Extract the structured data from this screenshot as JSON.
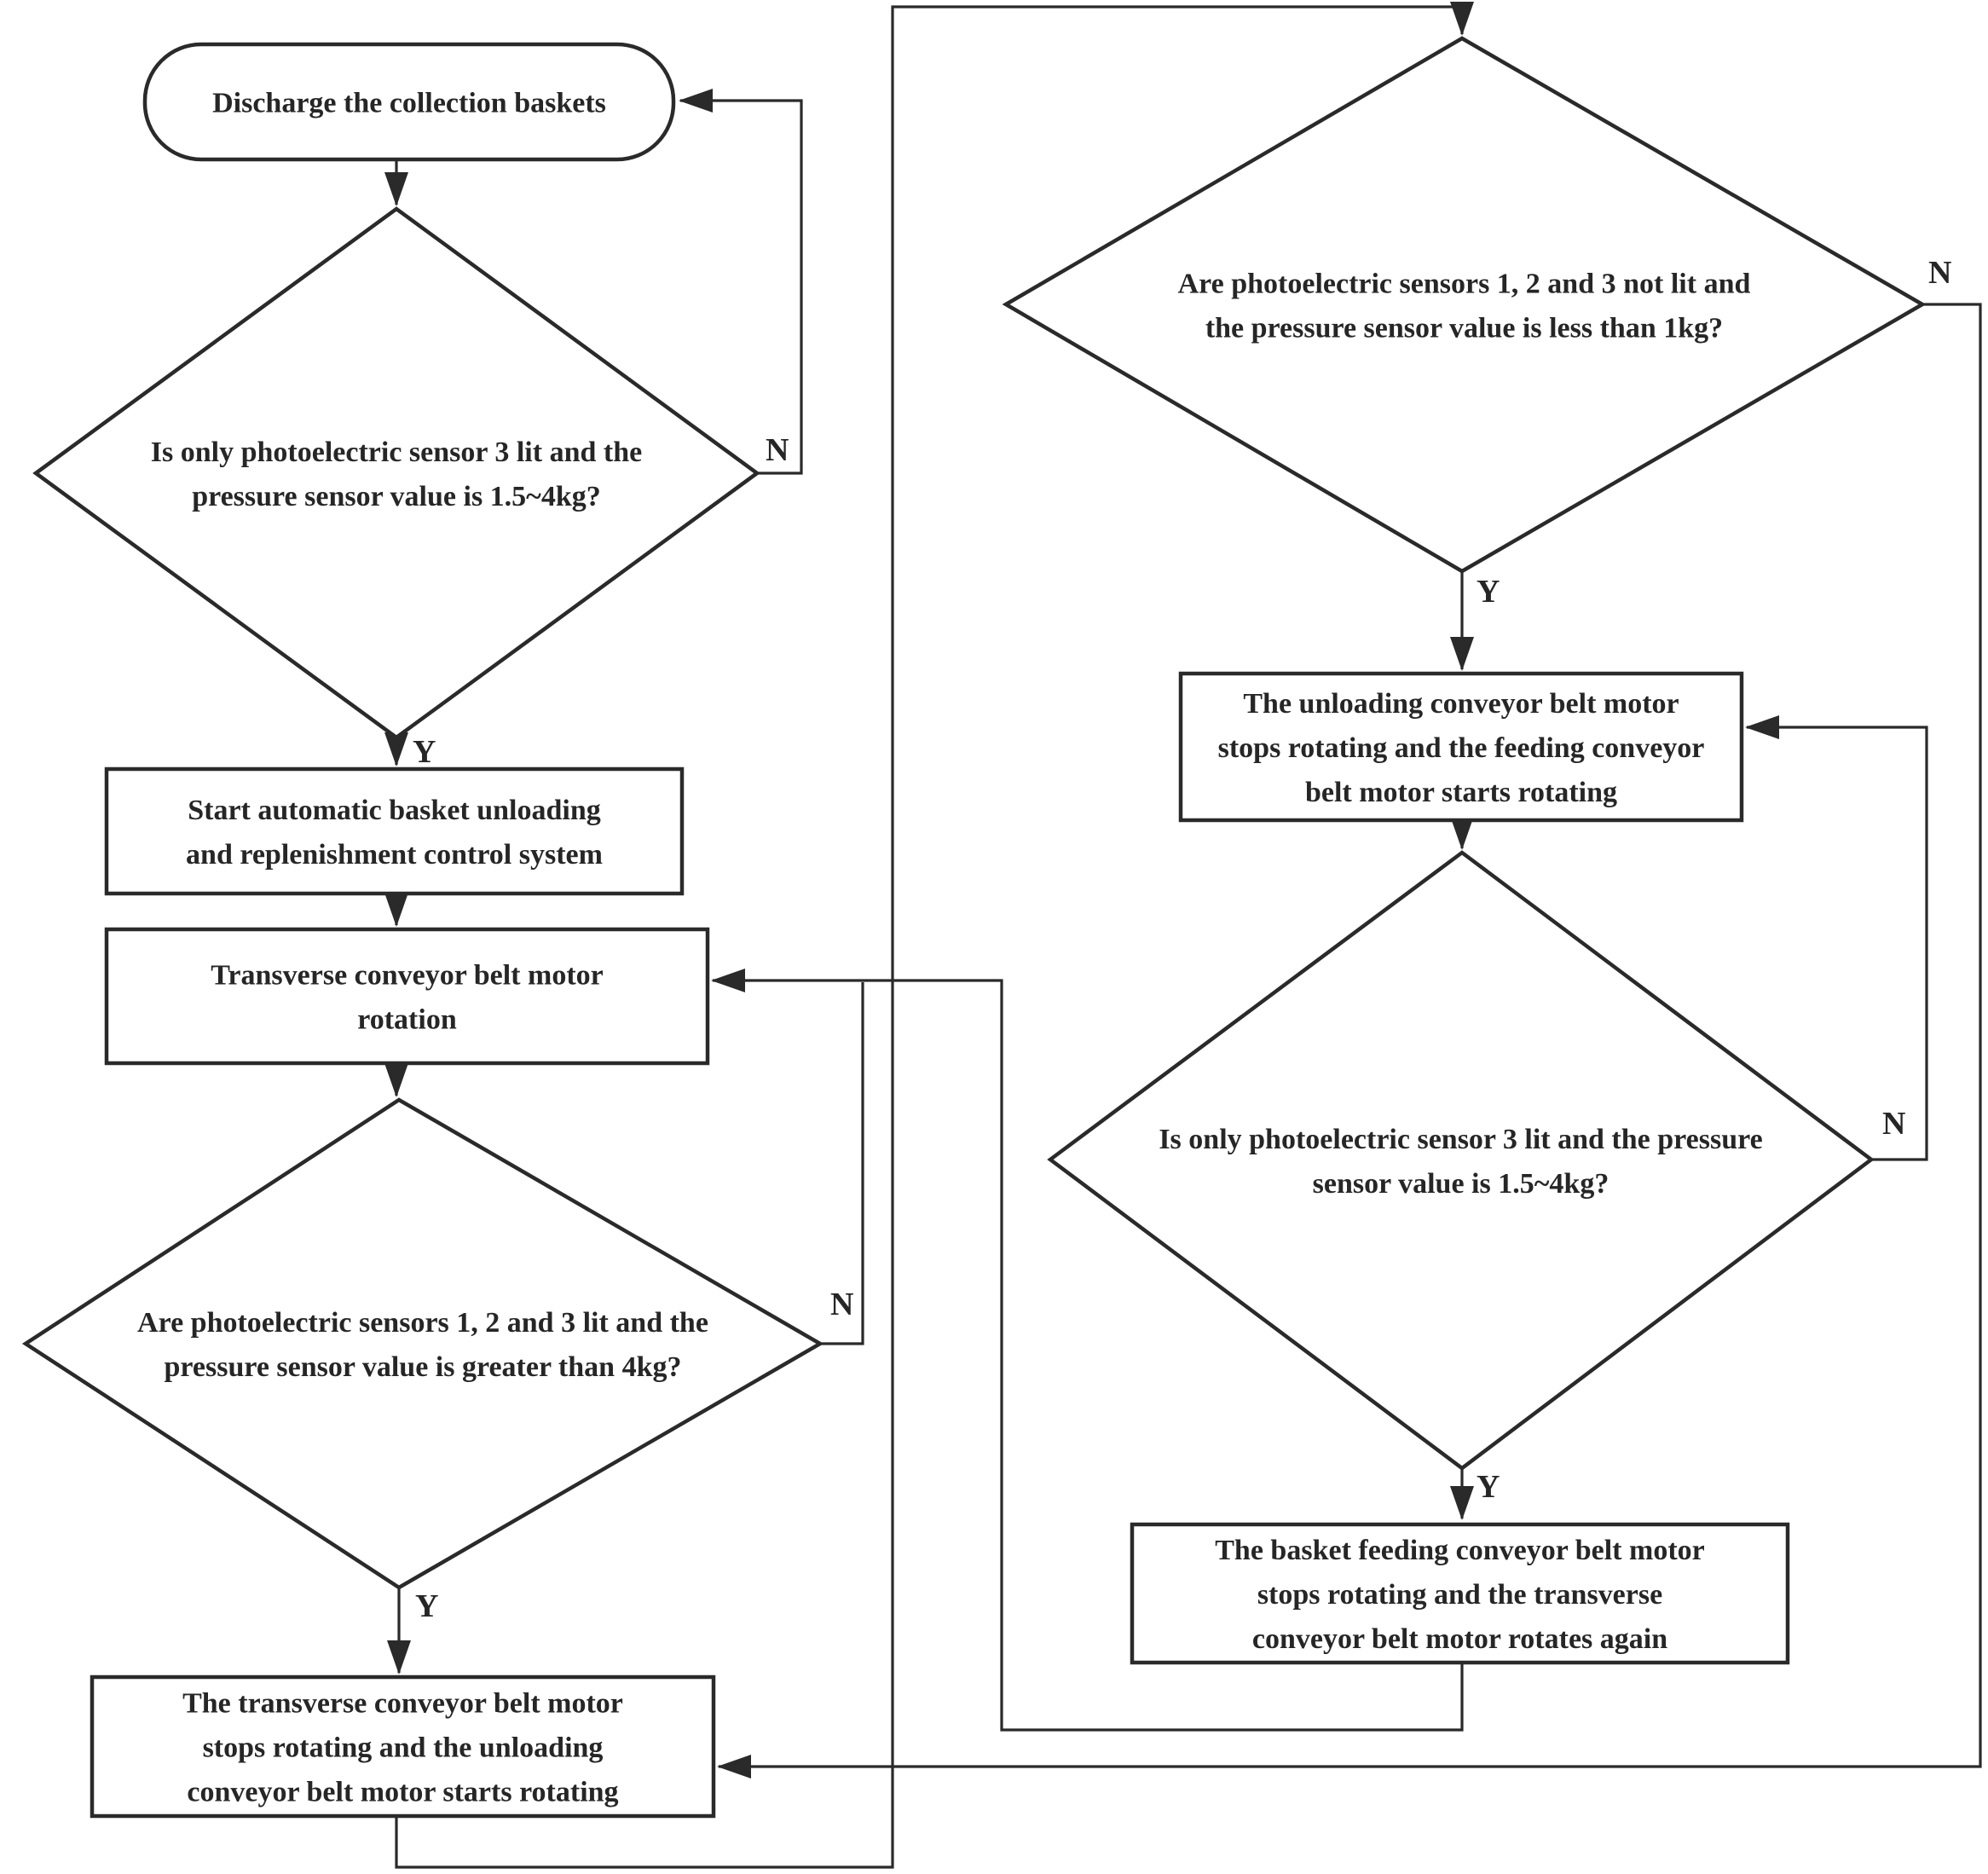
{
  "figure": {
    "type": "flowchart",
    "background_color": "#ffffff",
    "line_color": "#2a2a2a",
    "text_color": "#262626"
  },
  "nodes": [
    {
      "id": "discharge",
      "shape": "terminator",
      "lines": [
        "Discharge the collection baskets"
      ]
    },
    {
      "id": "d1",
      "shape": "decision",
      "lines": [
        "Is only photoelectric sensor 3 lit and the",
        "pressure sensor value is 1.5~4kg?"
      ]
    },
    {
      "id": "start-system",
      "shape": "process",
      "lines": [
        "Start automatic basket unloading",
        "and replenishment control system"
      ]
    },
    {
      "id": "transverse-rotation",
      "shape": "process",
      "lines": [
        "Transverse conveyor belt motor",
        "rotation"
      ]
    },
    {
      "id": "d2",
      "shape": "decision",
      "lines": [
        "Are photoelectric sensors 1, 2 and 3 lit and the",
        "pressure sensor value is greater than 4kg?"
      ]
    },
    {
      "id": "transverse-stops",
      "shape": "process",
      "lines": [
        "The transverse conveyor belt motor",
        "stops rotating and the unloading",
        "conveyor belt motor starts rotating"
      ]
    },
    {
      "id": "d3",
      "shape": "decision",
      "lines": [
        "Are photoelectric sensors 1, 2 and 3 not lit and",
        "the pressure sensor value is less than 1kg?"
      ]
    },
    {
      "id": "unloading-stops",
      "shape": "process",
      "lines": [
        "The unloading conveyor belt motor",
        "stops rotating and the feeding conveyor",
        "belt motor starts rotating"
      ]
    },
    {
      "id": "d4",
      "shape": "decision",
      "lines": [
        "Is only photoelectric sensor 3 lit and the pressure",
        "sensor value is 1.5~4kg?"
      ]
    },
    {
      "id": "basket-feeding-stops",
      "shape": "process",
      "lines": [
        "The basket feeding conveyor belt motor",
        "stops rotating and the transverse",
        "conveyor belt motor rotates again"
      ]
    }
  ],
  "edges": [
    {
      "from": "discharge",
      "to": "d1",
      "label": ""
    },
    {
      "from": "d1",
      "to": "discharge",
      "label": "N"
    },
    {
      "from": "d1",
      "to": "start-system",
      "label": "Y"
    },
    {
      "from": "start-system",
      "to": "transverse-rotation",
      "label": ""
    },
    {
      "from": "transverse-rotation",
      "to": "d2",
      "label": ""
    },
    {
      "from": "d2",
      "to": "transverse-stops",
      "label": "Y"
    },
    {
      "from": "d2",
      "to": "transverse-rotation",
      "label": "N"
    },
    {
      "from": "basket-feeding-stops",
      "to": "transverse-rotation",
      "label": ""
    },
    {
      "from": "transverse-stops",
      "to": "d3",
      "label": ""
    },
    {
      "from": "d3",
      "to": "unloading-stops",
      "label": "Y"
    },
    {
      "from": "d3",
      "to": "transverse-stops",
      "label": "N"
    },
    {
      "from": "unloading-stops",
      "to": "d4",
      "label": ""
    },
    {
      "from": "d4",
      "to": "basket-feeding-stops",
      "label": "Y"
    },
    {
      "from": "d4",
      "to": "unloading-stops",
      "label": "N"
    }
  ]
}
